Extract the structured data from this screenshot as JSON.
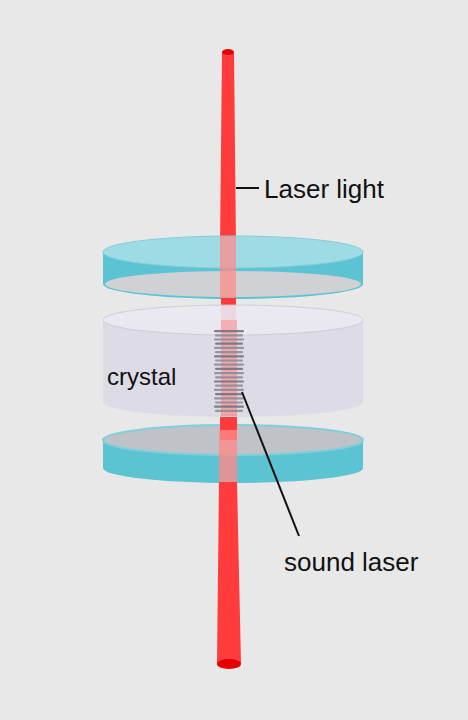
{
  "diagram": {
    "nodes": [
      {
        "text": [
          "crystal"
        ]
      }
    ],
    "labels": [
      "Laser light",
      "sound laser"
    ]
  }
}
